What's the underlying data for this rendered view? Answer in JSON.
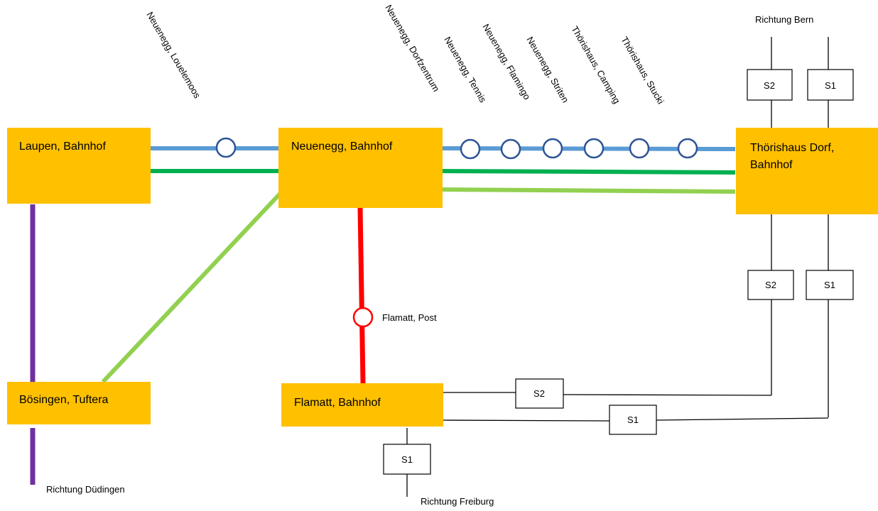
{
  "colors": {
    "station_fill": "#FFC000",
    "line_blue": "#5B9BD5",
    "line_green": "#00B050",
    "line_lightgreen": "#92D050",
    "line_red": "#FF0000",
    "line_purple": "#7030A0",
    "rail": "#000000"
  },
  "stations": {
    "laupen": "Laupen, Bahnhof",
    "neuenegg": "Neuenegg, Bahnhof",
    "thoerishaus_line1": "Thörishaus Dorf,",
    "thoerishaus_line2": "Bahnhof",
    "boesingen": "Bösingen, Tuftera",
    "flamatt": "Flamatt, Bahnhof"
  },
  "stops": {
    "louelemoos": "Neuenegg, Louelemoos",
    "dorfzentrum": "Neuenegg, Dorfzentrum",
    "tennis": "Neuenegg, Tennis",
    "flamingo": "Neuenegg, Flamingo",
    "striten": "Neuenegg, Striten",
    "camping": "Thörishaus, Camping",
    "stucki": "Thörishaus, Stucki",
    "flamatt_post": "Flamatt, Post"
  },
  "directions": {
    "bern": "Richtung Bern",
    "duedingen": "Richtung Düdingen",
    "freiburg": "Richtung Freiburg"
  },
  "rail_lines": {
    "s1": "S1",
    "s2": "S2"
  }
}
